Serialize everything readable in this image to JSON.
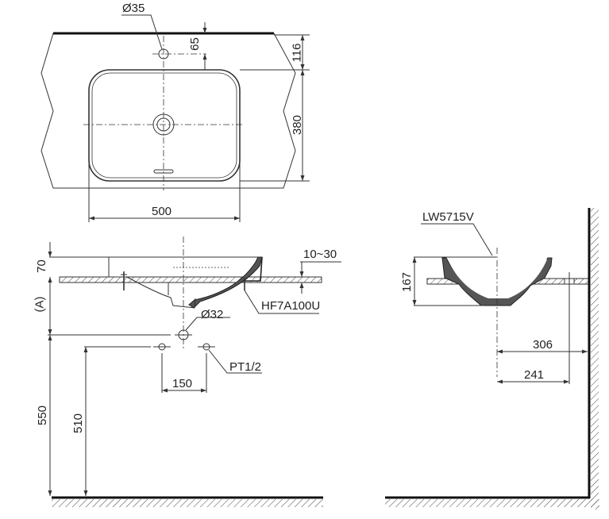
{
  "drawing": {
    "type": "technical-drawing",
    "subject": "countertop wash basin",
    "line_color": "#2a2a2a",
    "background": "#ffffff"
  },
  "top_view": {
    "dimensions": {
      "faucet_hole_diameter": "Ø35",
      "faucet_hole_offset": "65",
      "counter_edge_to_bowl": "116",
      "bowl_depth": "380",
      "bowl_width": "500"
    }
  },
  "front_view": {
    "dimensions": {
      "rim_height": "70",
      "counter_thickness": "10~30",
      "installation_height_var": "(A)",
      "drain_diameter": "Ø32",
      "supply_spacing": "150",
      "drain_height": "550",
      "supply_height": "510"
    },
    "callouts": {
      "clip_part": "HF7A100U",
      "supply_thread": "PT1/2"
    }
  },
  "side_view": {
    "dimensions": {
      "basin_height": "167",
      "drain_to_wall": "306",
      "supply_to_wall": "241"
    },
    "callouts": {
      "model": "LW5715V"
    }
  }
}
